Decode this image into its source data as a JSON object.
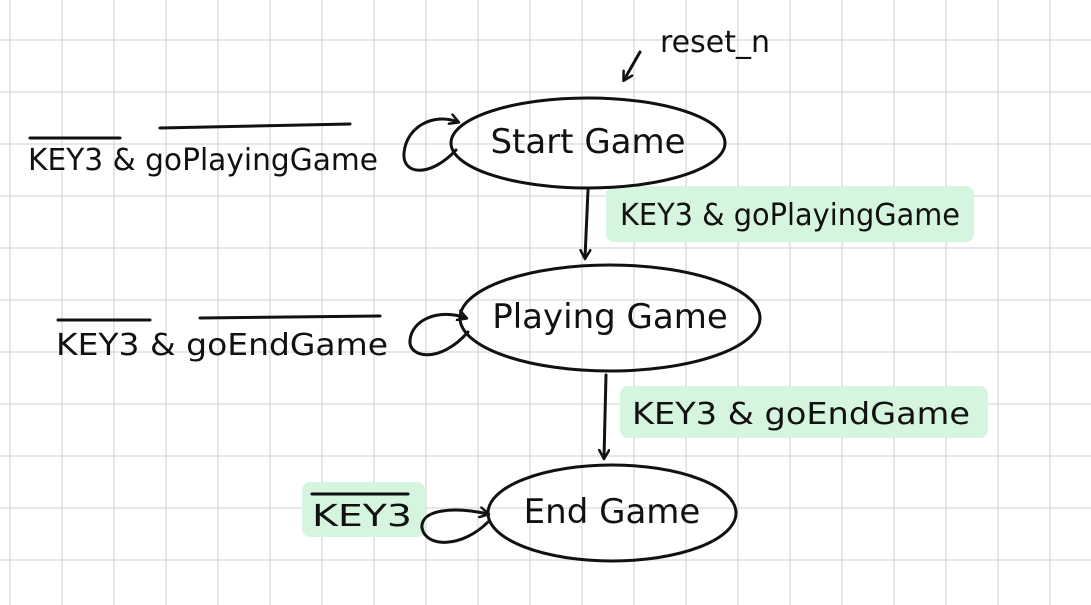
{
  "diagram": {
    "colors": {
      "highlight": "#d6f5df",
      "ink": "#111111",
      "grid": "#cfcfcf",
      "background": "#ffffff"
    },
    "reset": {
      "label": "reset_n"
    },
    "states": [
      {
        "id": "start",
        "label": "Start Game"
      },
      {
        "id": "playing",
        "label": "Playing Game"
      },
      {
        "id": "end",
        "label": "End Game"
      }
    ],
    "transitions": [
      {
        "id": "start-self",
        "from": "start",
        "to": "start",
        "label": "KEY3 & goPlayingGame",
        "label_overlined": true,
        "highlighted": false
      },
      {
        "id": "start-to-playing",
        "from": "start",
        "to": "playing",
        "label": "KEY3 & goPlayingGame",
        "label_overlined": false,
        "highlighted": true
      },
      {
        "id": "playing-self",
        "from": "playing",
        "to": "playing",
        "label": "KEY3 & goEndGame",
        "label_overlined": true,
        "highlighted": false
      },
      {
        "id": "playing-to-end",
        "from": "playing",
        "to": "end",
        "label": "KEY3 & goEndGame",
        "label_overlined": false,
        "highlighted": true
      },
      {
        "id": "end-self",
        "from": "end",
        "to": "end",
        "label": "KEY3",
        "label_overlined": true,
        "highlighted": true
      }
    ]
  }
}
